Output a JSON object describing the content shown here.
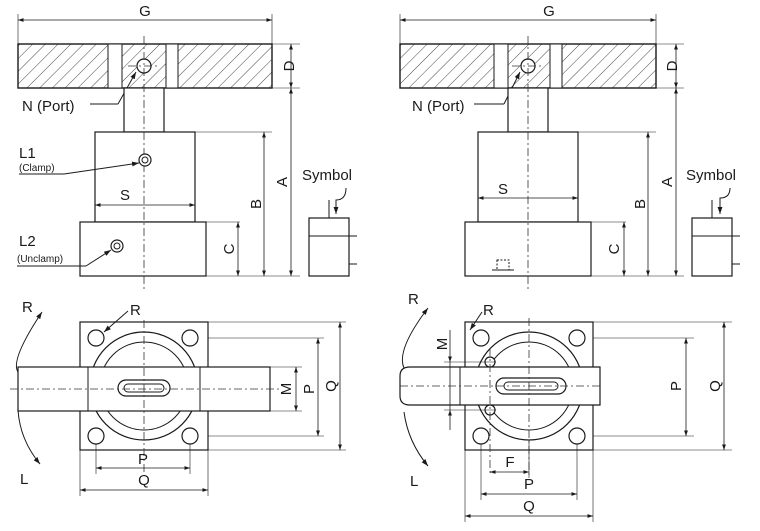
{
  "labels": {
    "G": "G",
    "D": "D",
    "A": "A",
    "B": "B",
    "C": "C",
    "S": "S",
    "N_port": "N (Port)",
    "L1": "L1",
    "L1_sub": "(Clamp)",
    "L2": "L2",
    "L2_sub": "(Unclamp)",
    "symbol": "Symbol",
    "R": "R",
    "L": "L",
    "M": "M",
    "P": "P",
    "Q": "Q",
    "F": "F"
  },
  "colors": {
    "line": "#1a1a1a",
    "background": "#ffffff"
  }
}
